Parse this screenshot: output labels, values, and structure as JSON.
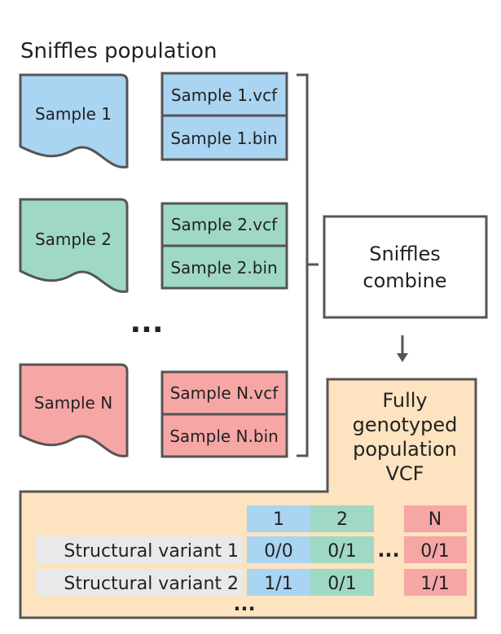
{
  "title": "Sniffles population",
  "samples": [
    {
      "label": "Sample 1",
      "vcf": "Sample 1.vcf",
      "bin": "Sample 1.bin"
    },
    {
      "label": "Sample 2",
      "vcf": "Sample 2.vcf",
      "bin": "Sample 2.bin"
    },
    {
      "label": "Sample N",
      "vcf": "Sample N.vcf",
      "bin": "Sample N.bin"
    }
  ],
  "sample_gap_ellipsis": "...",
  "combine": {
    "line1": "Sniffles",
    "line2": "combine"
  },
  "output": {
    "lines": [
      "Fully",
      "genotyped",
      "population",
      "VCF"
    ]
  },
  "table": {
    "columns": [
      "1",
      "2",
      "N"
    ],
    "rows": [
      {
        "label": "Structural variant 1",
        "values": [
          "0/0",
          "0/1",
          "0/1"
        ]
      },
      {
        "label": "Structural variant 2",
        "values": [
          "1/1",
          "0/1",
          "1/1"
        ]
      }
    ],
    "col_ellipsis": "...",
    "row_ellipsis": "..."
  },
  "colors": {
    "sample1": "#a9d4f2",
    "sample2": "#9fd9c4",
    "sampleN": "#f7a6a6",
    "output_bg": "#fde3c0",
    "stroke": "#555555"
  }
}
